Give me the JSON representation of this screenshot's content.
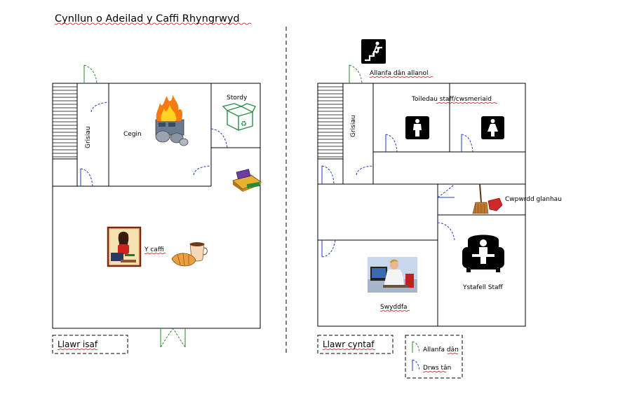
{
  "title": "Cynllun o Adeilad y Caffi Rhyngrwyd",
  "ground_floor": {
    "label": "Llawr isaf",
    "rooms": {
      "stairs": "Grisiau",
      "kitchen": "Cegin",
      "store": "Stordy",
      "cafe": "Y caffi"
    }
  },
  "first_floor": {
    "label": "Llawr cyntaf",
    "fire_exit_external": "Allanfa dân allanol",
    "rooms": {
      "stairs": "Grisiau",
      "toilets": "Toiledau staff/cwsmeriaid",
      "cleaning": "Cwpwrdd glanhau",
      "staff_room": "Ystafell Staff",
      "office": "Swyddfa"
    }
  },
  "legend": {
    "fire_exit": "Allanfa dân",
    "fire_door": "Drws tân"
  },
  "colors": {
    "fire_exit": "#2a8a2a",
    "fire_door": "#1e3cc8",
    "spellcheck": "#d00000"
  },
  "icons": [
    "fire-stove-icon",
    "recycle-box-icon",
    "cash-register-icon",
    "woman-at-computer-icon",
    "coffee-croissant-icon",
    "fire-exit-stairs-icon",
    "man-toilet-icon",
    "woman-toilet-icon",
    "broom-dustpan-icon",
    "armchair-icon",
    "man-on-phone-icon"
  ]
}
